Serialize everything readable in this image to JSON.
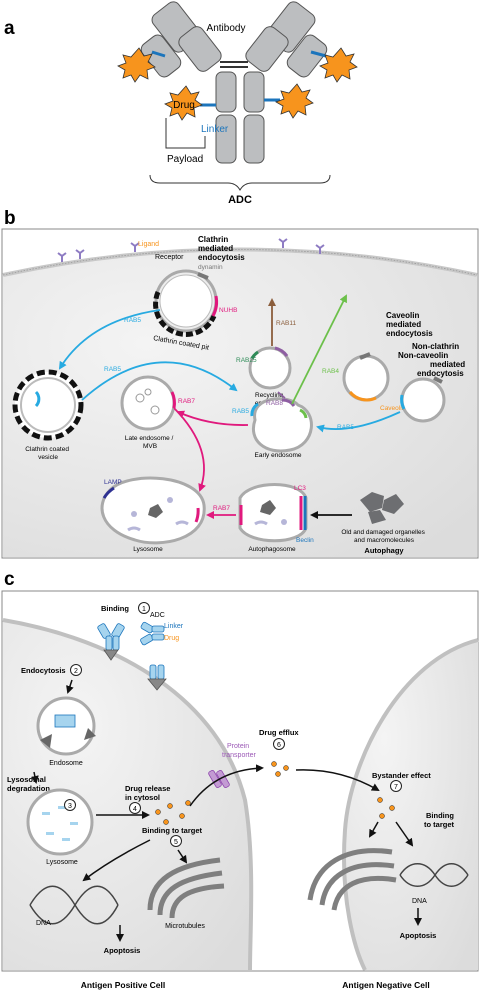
{
  "panel_a": {
    "label": "a",
    "antibody": "Antibody",
    "drug": "Drug",
    "linker": "Linker",
    "payload": "Payload",
    "adc": "ADC"
  },
  "panel_b": {
    "label": "b",
    "ligand": "Ligand",
    "receptor": "Receptor",
    "clathrin_title": [
      "Clathrin",
      "mediated",
      "endocytosis"
    ],
    "dynamin": "dynamin",
    "nuhb": "NUHB",
    "clathrin_pit": "Clathrin coated pit",
    "caveolin_title": [
      "Caveolin",
      "mediated",
      "endocytosis"
    ],
    "caveolin": "Caveolin",
    "non_title": [
      "Non-clathrin",
      "Non-caveolin",
      "mediated",
      "endocytosis"
    ],
    "rab5": "RAB5",
    "rab11": "RAB11",
    "rab25": "RAB25",
    "rab8": "RAB8",
    "rab4": "RAB4",
    "rab7": "RAB7",
    "recycling": [
      "Recycling",
      "endosome"
    ],
    "late_endosome": [
      "Late endosome /",
      "MVB"
    ],
    "early_endosome": "Early endosome",
    "coated_vesicle": [
      "Clathrin coated",
      "vesicle"
    ],
    "lamp": "LAMP",
    "lc3": "LC3",
    "beclin": "Beclin",
    "lysosome": "Lysosome",
    "autophagosome": "Autophagosome",
    "old_damaged": [
      "Old and damaged organelles",
      "and macromolecules"
    ],
    "autophagy": "Autophagy"
  },
  "panel_c": {
    "label": "c",
    "binding": "Binding",
    "adc": "ADC",
    "linker": "Linker",
    "drug": "Drug",
    "endocytosis": "Endocytosis",
    "endosome": "Endosome",
    "lyso_deg": [
      "Lysosomal",
      "degradation"
    ],
    "lysosome": "Lysosome",
    "drug_release": [
      "Drug release",
      "in cytosol"
    ],
    "binding_target": "Binding to target",
    "dna": "DNA",
    "microtubules": "Microtubules",
    "apoptosis": "Apoptosis",
    "drug_efflux": "Drug efflux",
    "protein_transporter": [
      "Protein",
      "transporter"
    ],
    "bystander": "Bystander effect",
    "binding_target2": [
      "Binding",
      "to target"
    ],
    "dna2": "DNA",
    "apoptosis2": "Apoptosis",
    "antigen_pos": "Antigen Positive Cell",
    "antigen_neg": "Antigen Negative Cell",
    "steps": [
      "1",
      "2",
      "3",
      "4",
      "5",
      "6",
      "7"
    ]
  },
  "colors": {
    "drug": "#f7941d",
    "linker": "#1c75bc",
    "antibody": "#bcbec0",
    "rab5": "#27aae1",
    "rab7": "#e0197d",
    "rab11": "#8b5e3c",
    "rab25": "#2e8b57",
    "rab4": "#6cc04a",
    "rab8": "#8e5ea2",
    "caveolin": "#f7941d",
    "lc3": "#e0197d",
    "beclin": "#1c75bc",
    "lamp": "#2e3192",
    "transporter": "#9b59b6"
  }
}
